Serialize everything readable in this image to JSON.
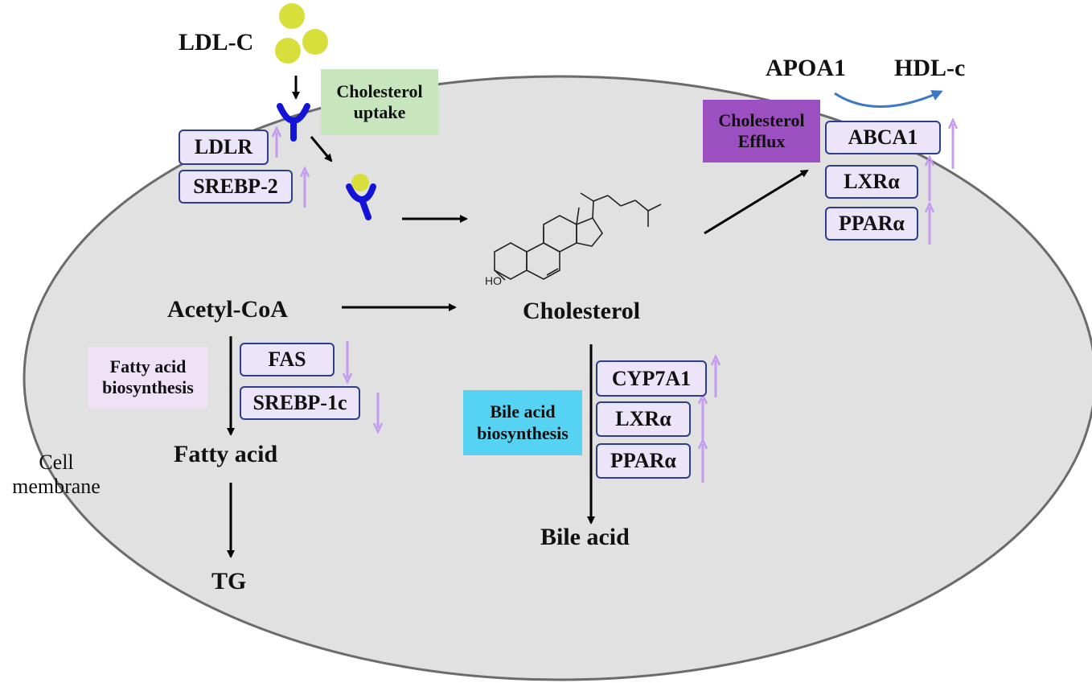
{
  "colors": {
    "cell_fill": "#e1e1e1",
    "cell_border": "#6b6b6b",
    "gene_box_fill": "#ece4f8",
    "gene_box_border": "#2b3f8c",
    "up_arrow": "#c39cf0",
    "down_arrow": "#c39cf0",
    "ldl_particle": "#d8df3a",
    "receptor": "#1414d6",
    "efflux_arrow": "#3a78c8",
    "uptake_label_bg": "#c8e6bd",
    "efflux_label_bg": "#9b4fc0",
    "fatty_label_bg": "#efe2f7",
    "bile_label_bg": "#56d3f2"
  },
  "labels": {
    "ldl_c": "LDL-C",
    "apoa1": "APOA1",
    "hdl_c": "HDL-c",
    "acetyl_coa": "Acetyl-CoA",
    "cholesterol": "Cholesterol",
    "fatty_acid": "Fatty acid",
    "tg": "TG",
    "bile_acid": "Bile acid",
    "cell_membrane_line1": "Cell",
    "cell_membrane_line2": "membrane",
    "hydroxyl": "HO"
  },
  "processes": {
    "uptake_line1": "Cholesterol",
    "uptake_line2": "uptake",
    "efflux_line1": "Cholesterol",
    "efflux_line2": "Efflux",
    "fatty_line1": "Fatty acid",
    "fatty_line2": "biosynthesis",
    "bile_line1": "Bile acid",
    "bile_line2": "biosynthesis"
  },
  "genes": {
    "ldlr": {
      "name": "LDLR",
      "change": "up"
    },
    "srebp2": {
      "name": "SREBP-2",
      "change": "up"
    },
    "abca1": {
      "name": "ABCA1",
      "change": "up"
    },
    "lxra_efflux": {
      "name": "LXRα",
      "change": "up"
    },
    "ppara_efflux": {
      "name": "PPARα",
      "change": "up"
    },
    "fas": {
      "name": "FAS",
      "change": "down"
    },
    "srebp1c": {
      "name": "SREBP-1c",
      "change": "down"
    },
    "cyp7a1": {
      "name": "CYP7A1",
      "change": "up"
    },
    "lxra_bile": {
      "name": "LXRα",
      "change": "up"
    },
    "ppara_bile": {
      "name": "PPARα",
      "change": "up"
    }
  }
}
